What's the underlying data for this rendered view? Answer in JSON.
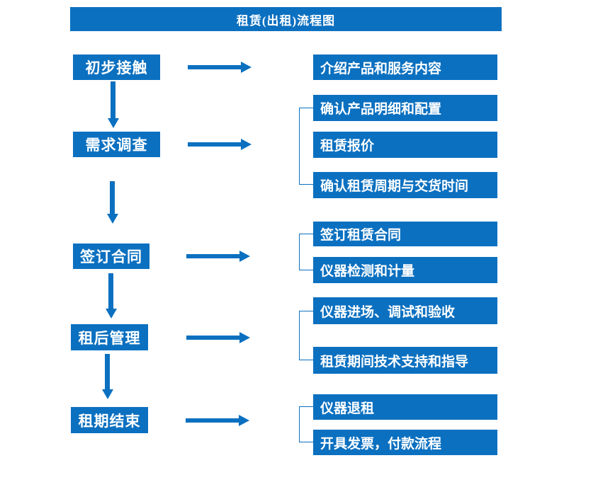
{
  "title": "租赁(出租)流程图",
  "steps": [
    {
      "label": "初步接触",
      "details": [
        "介绍产品和服务内容"
      ]
    },
    {
      "label": "需求调查",
      "details": [
        "确认产品明细和配置",
        "租赁报价",
        "确认租赁周期与交货时间"
      ]
    },
    {
      "label": "签订合同",
      "details": [
        "签订租赁合同",
        "仪器检测和计量"
      ]
    },
    {
      "label": "租后管理",
      "details": [
        "仪器进场、调试和验收",
        "租赁期间技术支持和指导"
      ]
    },
    {
      "label": "租期结束",
      "details": [
        "仪器退租",
        "开具发票，付款流程"
      ]
    }
  ],
  "colors": {
    "primary": "#0B70C0",
    "box_text": "#FFFFFF",
    "background": "#FFFFFF"
  }
}
